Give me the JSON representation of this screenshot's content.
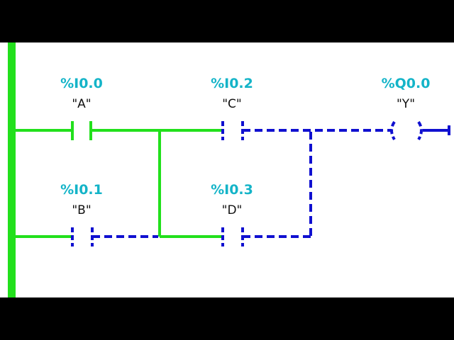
{
  "diagram": {
    "type": "ladder-logic",
    "colors": {
      "energized": "#22e01c",
      "de_energized": "#1010d0",
      "address": "#14b4c8",
      "tag": "#111111",
      "background": "#ffffff",
      "letterbox": "#000000"
    },
    "contacts": [
      {
        "id": "A",
        "address": "%I0.0",
        "tag": "\"A\"",
        "type": "NO contact",
        "state": "closed"
      },
      {
        "id": "B",
        "address": "%I0.1",
        "tag": "\"B\"",
        "type": "NO contact",
        "state": "open"
      },
      {
        "id": "C",
        "address": "%I0.2",
        "tag": "\"C\"",
        "type": "NO contact",
        "state": "open"
      },
      {
        "id": "D",
        "address": "%I0.3",
        "tag": "\"D\"",
        "type": "NO contact",
        "state": "open"
      }
    ],
    "coil": {
      "id": "Y",
      "address": "%Q0.0",
      "tag": "\"Y\"",
      "type": "coil",
      "state": "off"
    }
  }
}
